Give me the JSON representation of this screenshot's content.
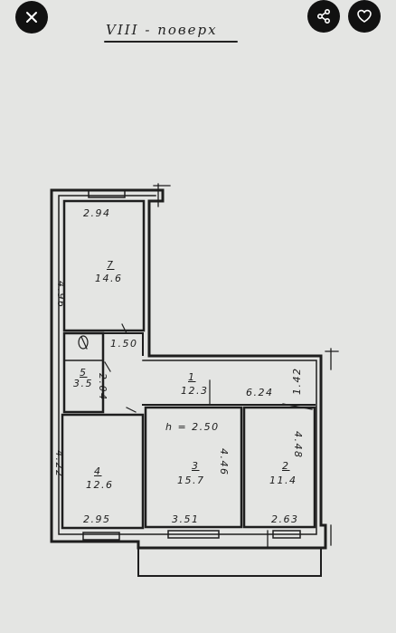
{
  "title": "VIII - поверх",
  "buttons": {
    "close_icon": "close-icon",
    "share_icon": "share-icon",
    "favorite_icon": "heart-icon"
  },
  "rooms": [
    {
      "num": "7",
      "area": "14.6"
    },
    {
      "num": "5",
      "area": "3.5"
    },
    {
      "num": "1",
      "area": "12.3"
    },
    {
      "num": "4",
      "area": "12.6"
    },
    {
      "num": "3",
      "area": "15.7"
    },
    {
      "num": "2",
      "area": "11.4"
    }
  ],
  "dimensions": {
    "d_294": "2.94",
    "d_496": "4.96",
    "d_150": "1.50",
    "d_204": "2.04",
    "d_624": "6.24",
    "d_142": "1.42",
    "d_422": "4.22",
    "d_446": "4.46",
    "d_448": "4.48",
    "d_295": "2.95",
    "d_351": "3.51",
    "d_263": "2.63",
    "height": "h = 2.50"
  },
  "colors": {
    "paper": "#e4e5e3",
    "ink": "#1d1d1d",
    "button_bg": "#111111"
  }
}
